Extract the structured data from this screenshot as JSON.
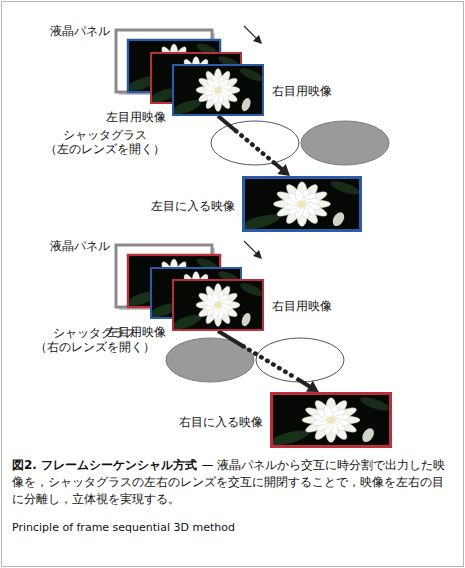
{
  "diagram": {
    "title": "図2. フレームシーケンシャル方式",
    "caption": "— 液晶パネルから交互に時分割で出力した映像を，シャッタグラスの左右のレンズを交互に開閉することで，映像を左右の目に分離し，立体視を実現する。",
    "nodes": [
      {
        "text": [
          "左目用映像"
        ]
      },
      {
        "text": [
          "右目用映像"
        ]
      },
      {
        "text": [
          "左目に入る映像"
        ]
      },
      {
        "text": [
          "左目用映像"
        ]
      },
      {
        "text": [
          "右目用映像"
        ]
      },
      {
        "text": [
          "右目に入る映像"
        ]
      }
    ],
    "edges": [
      {
        "from": 0,
        "to": 2,
        "arrow": "to"
      },
      {
        "from": 4,
        "to": 5,
        "arrow": "to"
      }
    ],
    "labels": [
      "液晶パネル",
      "シャッタグラス （左のレンズを開く）",
      "液晶パネル",
      "シャッタグラス （右のレンズを開く）",
      "Principle of frame sequential 3D method"
    ]
  }
}
